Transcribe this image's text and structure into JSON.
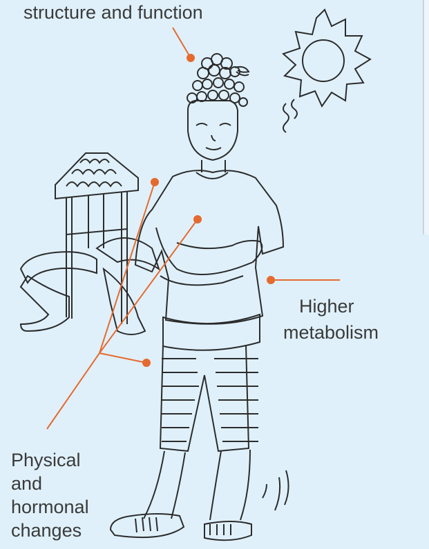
{
  "labels": {
    "top": "structure and function",
    "metabolism_line1": "Higher",
    "metabolism_line2": "metabolism",
    "physical_line1": "Physical",
    "physical_line2": "and",
    "physical_line3": "hormonal",
    "physical_line4": "changes"
  },
  "colors": {
    "background": "#dff0fa",
    "callout": "#e56a2e",
    "ink": "#2b2b2b",
    "text": "#3a3a3a"
  }
}
